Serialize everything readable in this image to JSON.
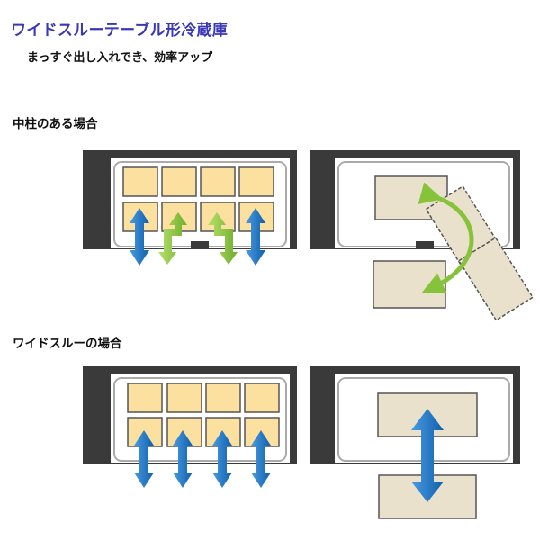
{
  "header": {
    "title": "ワイドスルーテーブル形冷蔵庫",
    "subtitle": "まっすぐ出し入れでき、効率アップ"
  },
  "sections": [
    {
      "label": "中柱のある場合"
    },
    {
      "label": "ワイドスルーの場合"
    }
  ],
  "colors": {
    "fridge_body": "#3a3a3a",
    "interior": "#ffffff",
    "inner_frame": "#aaaaaa",
    "food_tray": "#fbe0a0",
    "pan": "#e9e1cc",
    "arrow_blue": "#1a6fbf",
    "arrow_green": "#86c33b",
    "title_text": "#3a37b8"
  },
  "icons": {
    "blue": "double-arrow-icon",
    "green": "green-zigzag-arrow-icon",
    "rotate": "curved-rotate-arrow-icon"
  }
}
